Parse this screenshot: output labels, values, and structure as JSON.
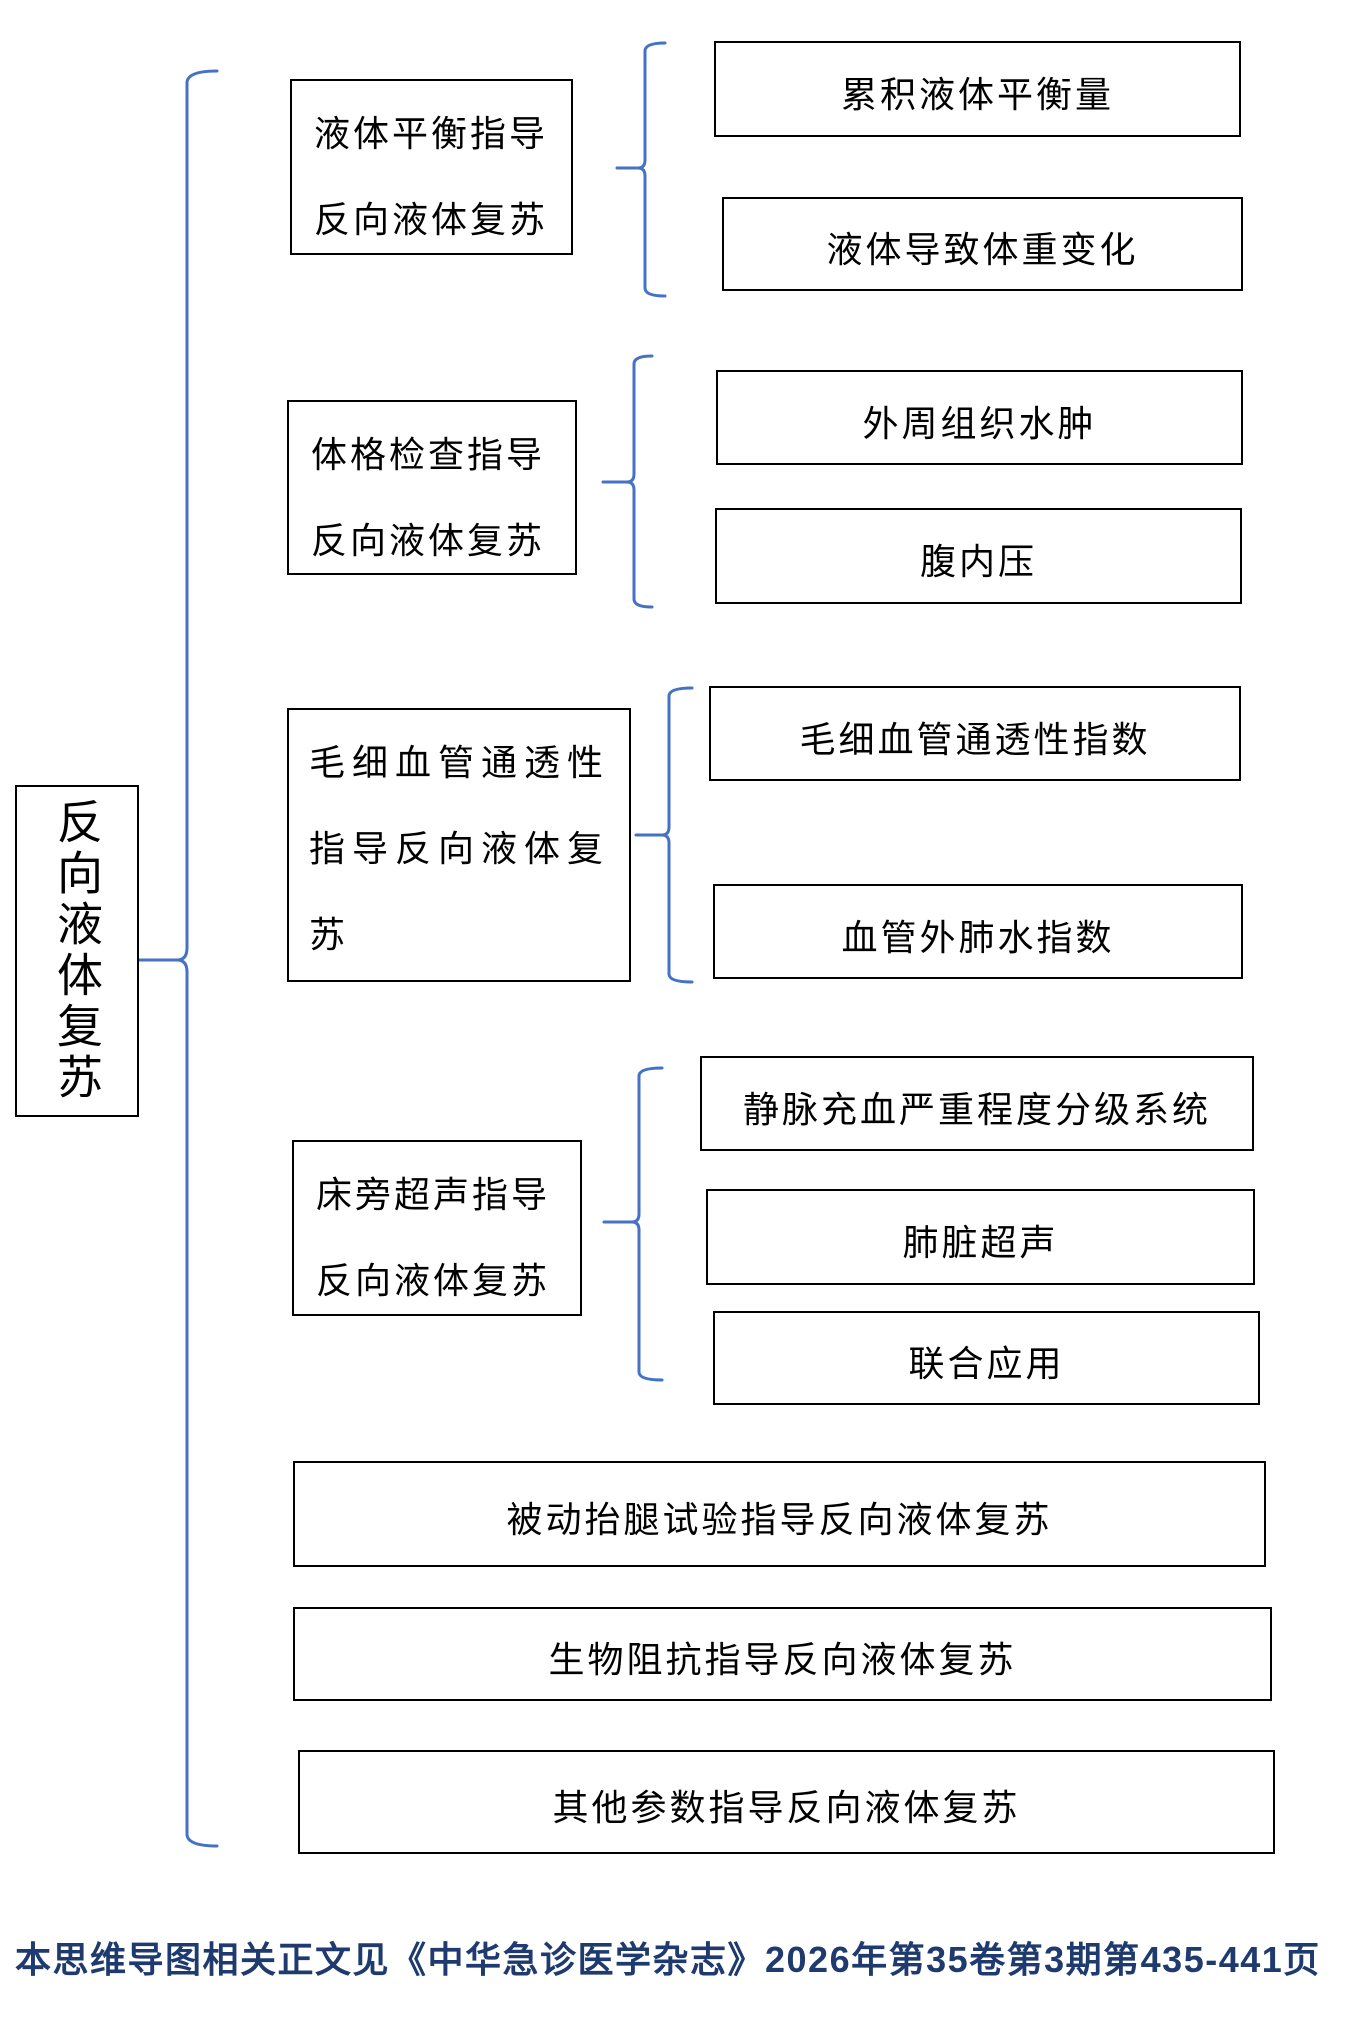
{
  "root": {
    "label": "反向液体复苏"
  },
  "branches": [
    {
      "lines": [
        "液体平衡指导",
        "反向液体复苏"
      ],
      "children": [
        "累积液体平衡量",
        "液体导致体重变化"
      ]
    },
    {
      "lines": [
        "体格检查指导",
        "反向液体复苏"
      ],
      "children": [
        "外周组织水肿",
        "腹内压"
      ]
    },
    {
      "lines": [
        "毛细血管通透性",
        "指导反向液体复",
        "苏"
      ],
      "children": [
        "毛细血管通透性指数",
        "血管外肺水指数"
      ]
    },
    {
      "lines": [
        "床旁超声指导",
        "反向液体复苏"
      ],
      "children": [
        "静脉充血严重程度分级系统",
        "肺脏超声",
        "联合应用"
      ]
    },
    {
      "label": "被动抬腿试验指导反向液体复苏"
    },
    {
      "label": "生物阻抗指导反向液体复苏"
    },
    {
      "label": "其他参数指导反向液体复苏"
    }
  ],
  "footer": "本思维导图相关正文见《中华急诊医学杂志》2026年第35卷第3期第435-441页",
  "colors": {
    "connector": "#4472C4",
    "border": "#000000",
    "footer_text": "#1F3A6E",
    "background": "#FFFFFF"
  }
}
